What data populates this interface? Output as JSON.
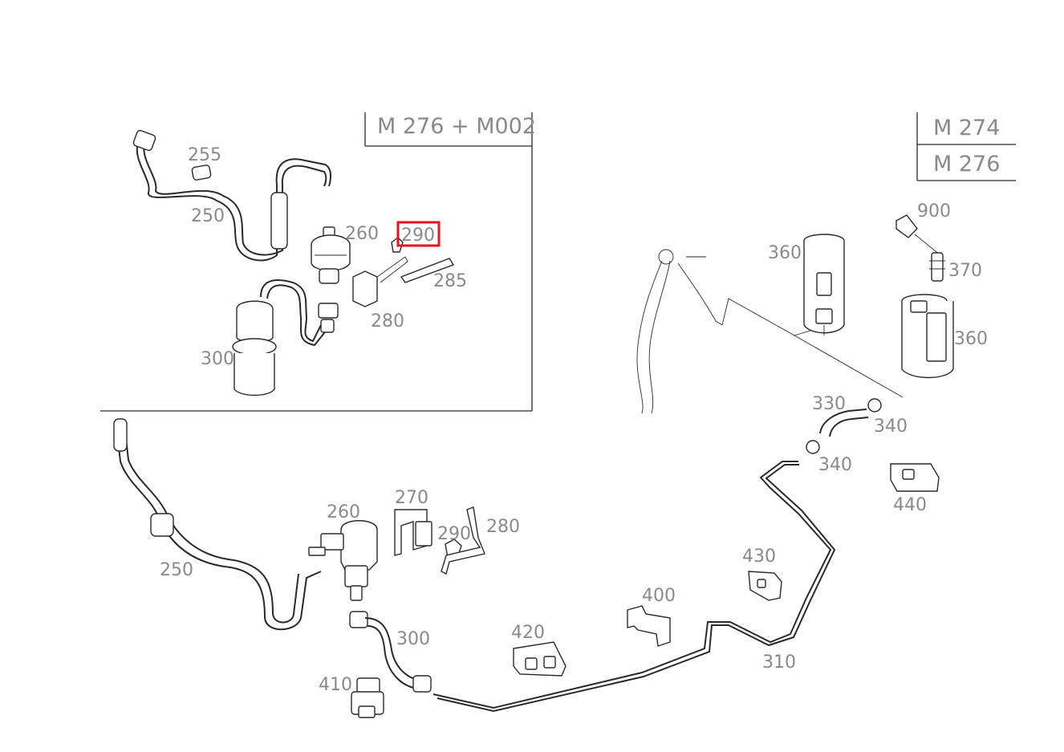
{
  "diagram": {
    "highlight_color": "#e3141d",
    "label_color": "#8a8a8a",
    "line_color": "#2a2a2a",
    "highlighted_part": "290",
    "engine_labels": {
      "inset": "M 276 + M002",
      "main_top": "M 274",
      "main_bottom": "M 276"
    },
    "labels": {
      "inset": {
        "p255": "255",
        "p250": "250",
        "p260": "260",
        "p290": "290",
        "p285": "285",
        "p280": "280",
        "p300": "300"
      },
      "main": {
        "p250": "250",
        "p260": "260",
        "p270": "270",
        "p290": "290",
        "p280": "280",
        "p300": "300",
        "p410": "410",
        "p420": "420",
        "p400": "400",
        "p430": "430",
        "p310": "310",
        "p330": "330",
        "p340a": "340",
        "p340b": "340",
        "p440": "440",
        "p360a": "360",
        "p360b": "360",
        "p370": "370",
        "p900": "900"
      }
    }
  }
}
